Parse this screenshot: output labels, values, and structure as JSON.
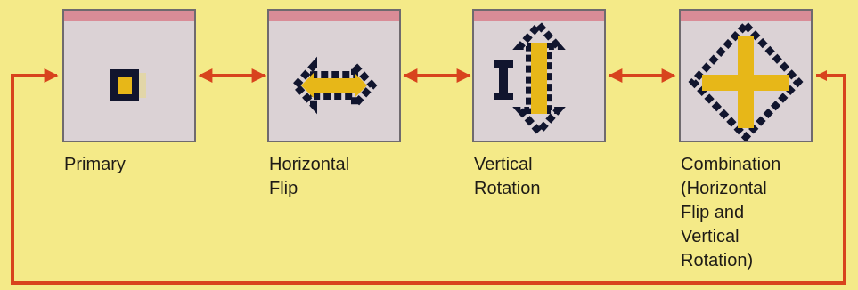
{
  "tiles": [
    {
      "name": "primary",
      "label": "Primary"
    },
    {
      "name": "horizontal-flip",
      "label": "Horizontal\nFlip"
    },
    {
      "name": "vertical-rotation",
      "label": "Vertical\nRotation"
    },
    {
      "name": "combination",
      "label": "Combination\n(Horizontal\nFlip and\nVertical\nRotation)"
    }
  ],
  "colors": {
    "background": "#f4ea88",
    "arrow": "#d8431d",
    "tile_face": "#dbd2d5",
    "tile_top_band": "#d98c97",
    "sprite_outline": "#11152e",
    "sprite_fill": "#e7b718"
  }
}
